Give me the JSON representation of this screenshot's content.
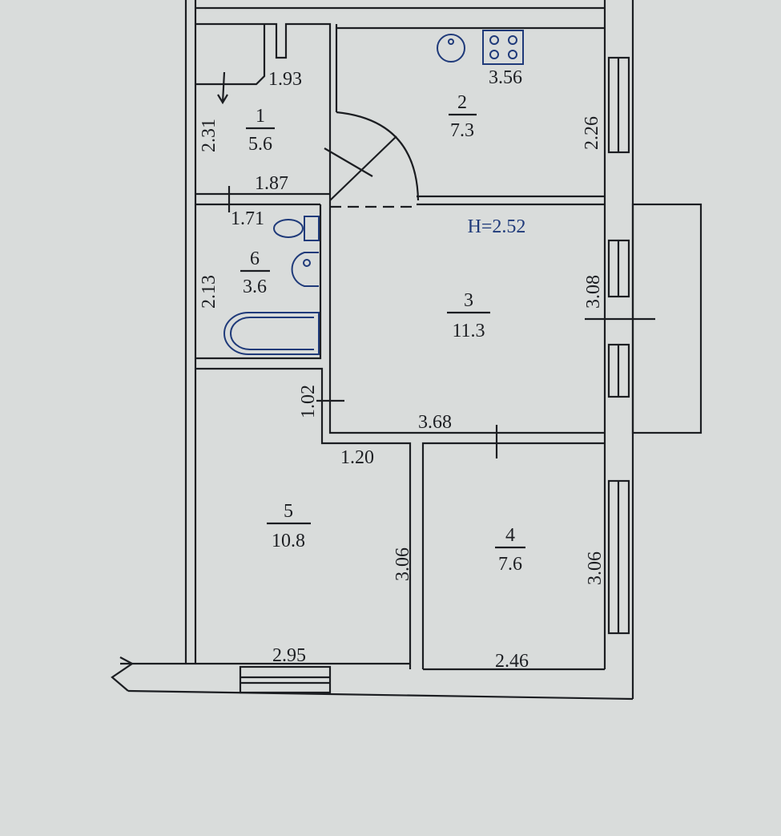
{
  "plan": {
    "ceiling_height": "H=2.52",
    "rooms": [
      {
        "number": "1",
        "area": "5.6"
      },
      {
        "number": "2",
        "area": "7.3"
      },
      {
        "number": "3",
        "area": "11.3"
      },
      {
        "number": "4",
        "area": "7.6"
      },
      {
        "number": "5",
        "area": "10.8"
      },
      {
        "number": "6",
        "area": "3.6"
      }
    ],
    "dimensions": {
      "room1_top": "1.93",
      "room1_side": "2.31",
      "room1_bottom": "1.87",
      "room2_top": "3.56",
      "room2_side": "2.26",
      "room6_top": "1.71",
      "room6_side": "2.13",
      "room3_side": "3.08",
      "corridor_side": "1.02",
      "room3_bottom": "3.68",
      "corridor_bottom": "1.20",
      "room5_side": "3.06",
      "room4_side": "3.06",
      "room5_bottom": "2.95",
      "room4_bottom": "2.46"
    }
  }
}
